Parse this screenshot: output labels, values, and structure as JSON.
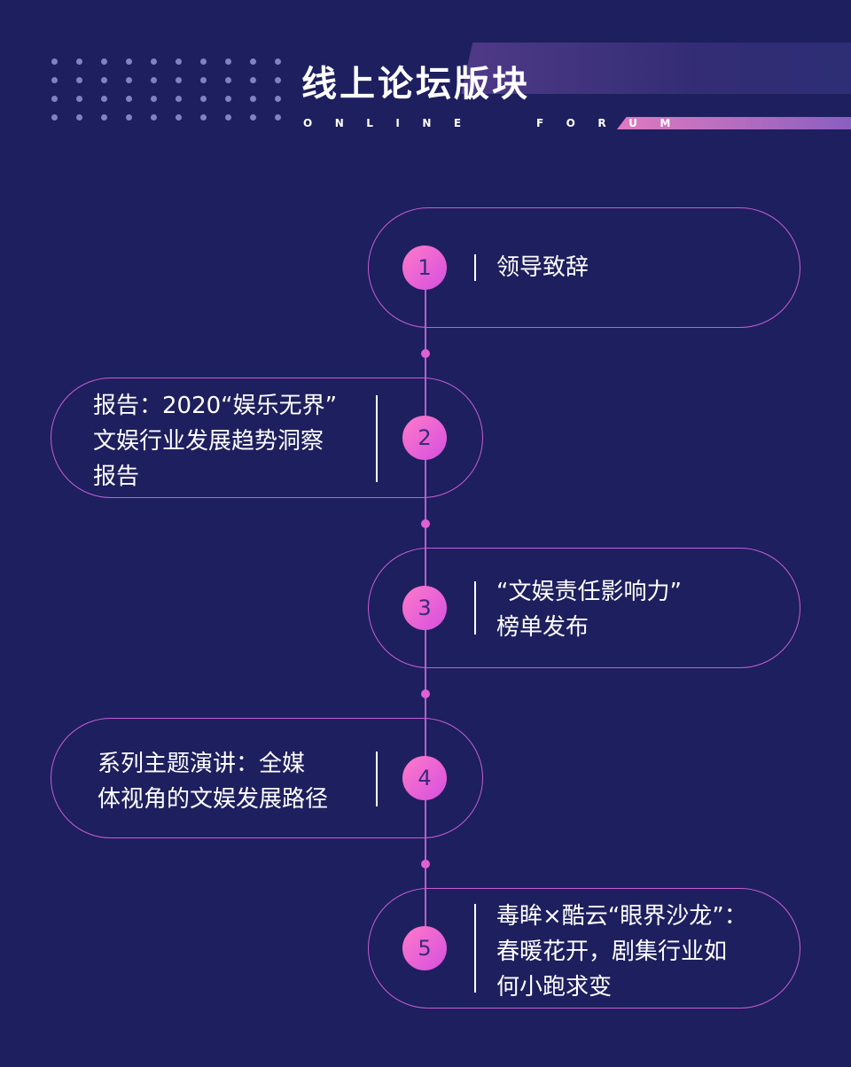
{
  "header": {
    "title": "线上论坛版块",
    "subtitle": "ONLINE  FORUM"
  },
  "items": [
    {
      "number": "1",
      "text": "领导致辞"
    },
    {
      "number": "2",
      "text": "报告：2020“娱乐无界”\n文娱行业发展趋势洞察\n报告"
    },
    {
      "number": "3",
      "text": "“文娱责任影响力”\n榜单发布"
    },
    {
      "number": "4",
      "text": "系列主题演讲：全媒\n体视角的文娱发展路径"
    },
    {
      "number": "5",
      "text": "毒眸×酷云“眼界沙龙”：\n春暖花开，剧集行业如\n何小跑求变"
    }
  ],
  "colors": {
    "background": "#1e1f5e",
    "accent_pink": "#e060d6",
    "outline": "#c45ed6"
  }
}
